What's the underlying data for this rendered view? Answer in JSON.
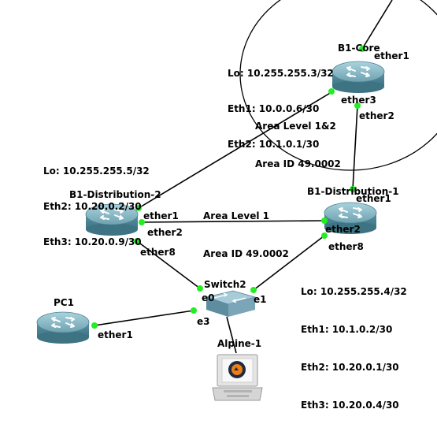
{
  "colors": {
    "link": "#000000",
    "port_dot": "#22ee22",
    "router_top": "#7fb2bf",
    "router_side": "#4f8595",
    "router_edge": "#3a6e7c",
    "switch_top": "#8fb7c6",
    "switch_side": "#5f8da0"
  },
  "nodes": {
    "core": {
      "label": "B1-Core",
      "icon": "router-icon"
    },
    "dist2": {
      "label": "B1-Distribution-2",
      "icon": "router-icon"
    },
    "dist1": {
      "label": "B1-Distribution-1",
      "icon": "router-icon"
    },
    "switch": {
      "label": "Switch2",
      "icon": "ethernet-switch-icon"
    },
    "pc": {
      "label": "PC1",
      "icon": "router-icon"
    },
    "alpine": {
      "label": "Alpine-1",
      "icon": "computer-icon"
    }
  },
  "notes": {
    "core": [
      "Lo: 10.255.255.3/32",
      "Eth1: 10.0.0.6/30",
      "Eth2: 10.1.0.1/30"
    ],
    "dist2": [
      "Lo: 10.255.255.5/32",
      "Eth2: 10.20.0.2/30",
      "Eth3: 10.20.0.9/30"
    ],
    "dist1": [
      "Lo: 10.255.255.4/32",
      "Eth1: 10.1.0.2/30",
      "Eth2: 10.20.0.1/30",
      "Eth3: 10.20.0.4/30"
    ],
    "area_core": [
      "Area Level 1&2",
      "Area ID 49.0002"
    ],
    "area_mid": [
      "Area Level 1",
      "Area ID 49.0002"
    ]
  },
  "ports": {
    "core_ether1": "ether1",
    "core_ether3": "ether3",
    "core_ether2": "ether2",
    "dist1_ether1": "ether1",
    "dist1_ether2": "ether2",
    "dist1_ether8": "ether8",
    "dist2_ether1": "ether1",
    "dist2_ether2": "ether2",
    "dist2_ether8": "ether8",
    "switch_e0": "e0",
    "switch_e1": "e1",
    "switch_e3": "e3",
    "pc_ether1": "ether1"
  }
}
